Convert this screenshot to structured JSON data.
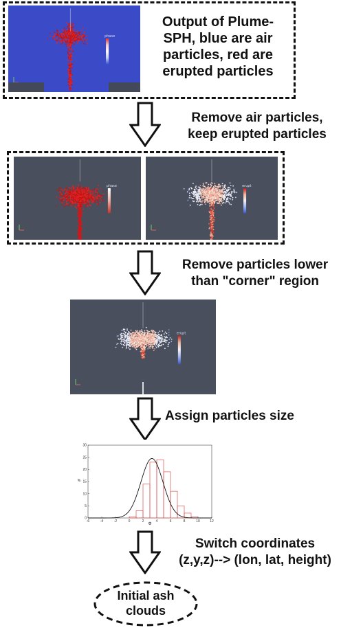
{
  "steps": {
    "step1": {
      "description_lines": [
        "Output of Plume-",
        "SPH, blue are air",
        "particles, red are",
        "erupted particles"
      ],
      "legend_title": "phase"
    },
    "step2": {
      "label_lines": [
        "Remove air particles,",
        "keep erupted particles"
      ],
      "left_legend_title": "phase",
      "right_legend_title": "erupt"
    },
    "step3": {
      "label_lines": [
        "Remove particles lower",
        "than \"corner\" region"
      ],
      "legend_title": "erupt"
    },
    "step4": {
      "label_lines": [
        "Assign particles size"
      ]
    },
    "step5": {
      "label_lines": [
        "Switch coordinates",
        "(z,y,z)--> (lon, lat, height)"
      ]
    },
    "final": {
      "label_lines": [
        "Initial ash",
        "clouds"
      ]
    }
  },
  "chart_data": {
    "type": "bar",
    "xlabel": "Φ",
    "ylabel": "%",
    "xlim": [
      -6,
      12
    ],
    "ylim": [
      0,
      30
    ],
    "x_ticks": [
      -6,
      -4,
      -2,
      0,
      2,
      4,
      6,
      8,
      10,
      12
    ],
    "y_ticks": [
      0,
      5,
      10,
      15,
      20,
      25,
      30
    ],
    "bin_edges": [
      0,
      1,
      2,
      3,
      4,
      5,
      6,
      7,
      8,
      9,
      10
    ],
    "values": [
      0.5,
      3,
      14,
      23,
      24,
      19,
      11,
      5,
      2,
      0.5
    ],
    "fit_curve": {
      "type": "gaussian",
      "mean": 3.3,
      "peak": 24.5,
      "sigma": 1.6
    },
    "colors": {
      "bars": "#d9534f",
      "curve": "#111111"
    }
  }
}
